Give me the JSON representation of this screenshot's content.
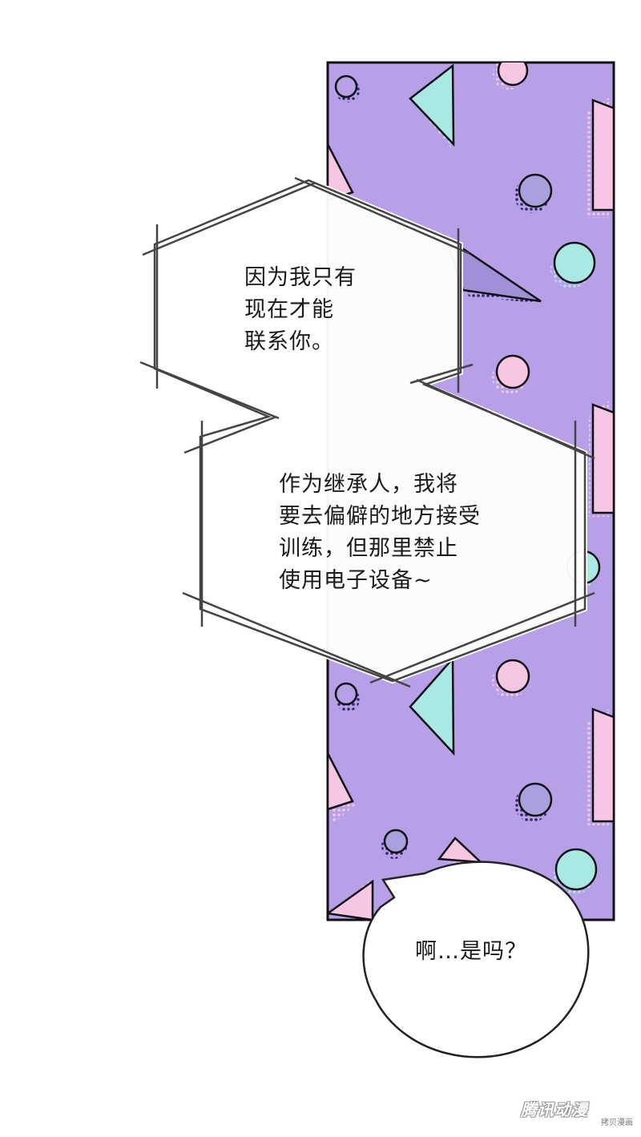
{
  "panel": {
    "background_color": "#b7a0e8",
    "pattern_pink": "#f6c6e4",
    "pattern_teal": "#a9e8e3",
    "pattern_navy": "#2c2a66"
  },
  "bubbles": [
    {
      "lines": "因为我只有\n现在才能\n联系你。"
    },
    {
      "lines": "作为继承人，我将\n要去偏僻的地方接受\n训练，但那里禁止\n使用电子设备~"
    },
    {
      "lines": "啊…是吗？"
    }
  ],
  "watermark": {
    "main": "腾讯动漫",
    "sub": "拷贝漫画"
  }
}
